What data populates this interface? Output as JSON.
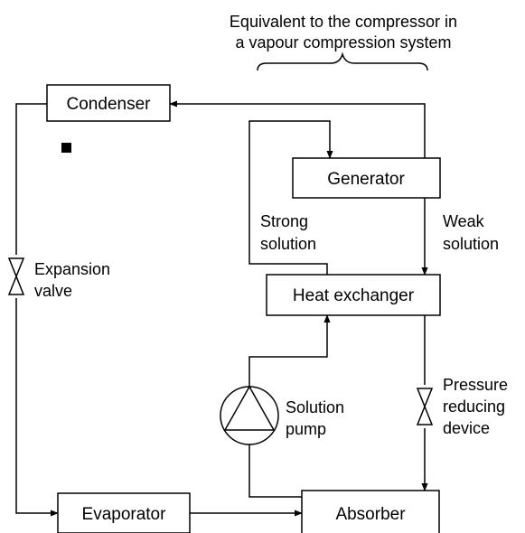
{
  "header": {
    "line1": "Equivalent to the compressor in",
    "line2": "a vapour compression system"
  },
  "components": {
    "condenser": "Condenser",
    "generator": "Generator",
    "heat_exchanger": "Heat exchanger",
    "evaporator": "Evaporator",
    "absorber": "Absorber"
  },
  "labels": {
    "expansion_valve": [
      "Expansion",
      "valve"
    ],
    "strong_solution": [
      "Strong",
      "solution"
    ],
    "weak_solution": [
      "Weak",
      "solution"
    ],
    "solution_pump": [
      "Solution",
      "pump"
    ],
    "pressure_reducing_device": [
      "Pressure",
      "reducing",
      "device"
    ]
  }
}
